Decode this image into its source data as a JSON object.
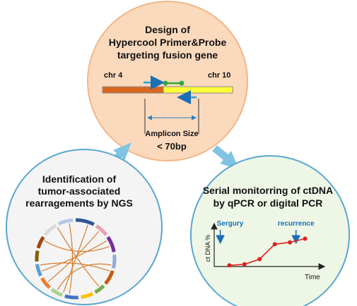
{
  "colors": {
    "design_fill": "#fbd9bd",
    "design_stroke": "#f0b788",
    "ngs_fill": "#f4f4f4",
    "ngs_stroke": "#5aa7cf",
    "monitor_fill": "#eef7e6",
    "monitor_stroke": "#5aa7cf",
    "flow_arrow": "#7fc4e2",
    "chr4_color": "#d9661e",
    "chr10_color": "#ffff3a",
    "primer_color": "#29a3e0",
    "probe_color": "#2eaa3c",
    "chord_color": "#d77a2c",
    "series_color": "#e02020",
    "annotation_color": "#1a6fb5"
  },
  "design": {
    "title_line1": "Design of",
    "title_line2": "Hypercool Primer&Probe",
    "title_line3": "targeting fusion gene",
    "chr_left": "chr 4",
    "chr_right": "chr 10",
    "amplicon_label": "Amplicon Size",
    "amplicon_value": "< 70bp"
  },
  "ngs": {
    "title_line1": "Identification of",
    "title_line2": "tumor-associated",
    "title_line3": "rearragements by NGS"
  },
  "monitor": {
    "title_line1": "Serial monitorring of ctDNA",
    "title_line2": "by qPCR or digital PCR"
  },
  "chart_data": {
    "type": "line",
    "title": "",
    "xlabel": "Time",
    "ylabel": "ct DNA %",
    "x": [
      1,
      2,
      3,
      4,
      5,
      6
    ],
    "series": [
      {
        "values": [
          0.3,
          0.6,
          2.0,
          6.0,
          6.5,
          7.5
        ]
      }
    ],
    "grid": false,
    "annotations": [
      {
        "text": "Sergury",
        "x": 0.4
      },
      {
        "text": "recurrence",
        "x": 5.4
      }
    ]
  }
}
